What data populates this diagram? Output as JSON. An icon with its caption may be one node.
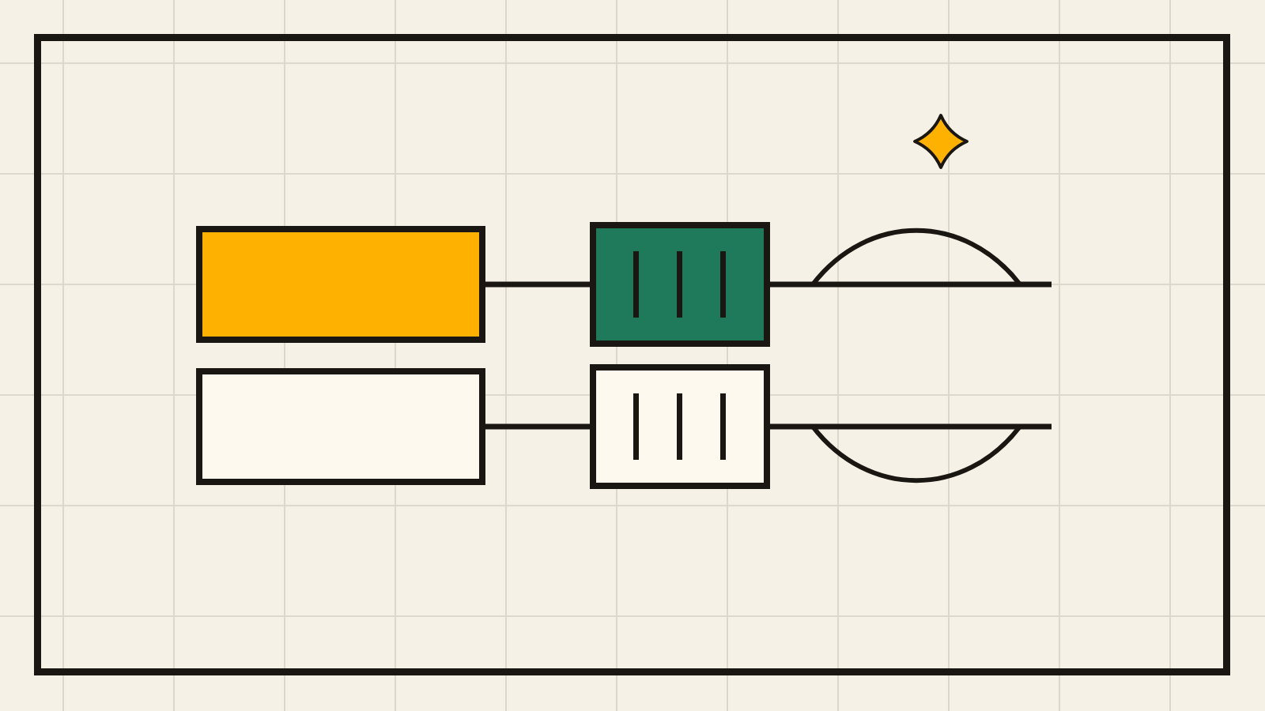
{
  "diagram": {
    "nodes": [
      {
        "text": [],
        "shape": "box"
      },
      {
        "text": [],
        "shape": "box",
        "in": 0
      },
      {
        "text": [],
        "shape": "box",
        "in": 0
      },
      {
        "text": [],
        "shape": "box",
        "in": 0
      },
      {
        "text": [],
        "shape": "box",
        "in": 0
      }
    ],
    "edges": [
      {
        "from": 1,
        "to": 2,
        "arrow": "none"
      },
      {
        "from": 2,
        "to": null,
        "arrow": "none"
      },
      {
        "from": 3,
        "to": 4,
        "arrow": "none"
      },
      {
        "from": 4,
        "to": null,
        "arrow": "none"
      }
    ]
  }
}
